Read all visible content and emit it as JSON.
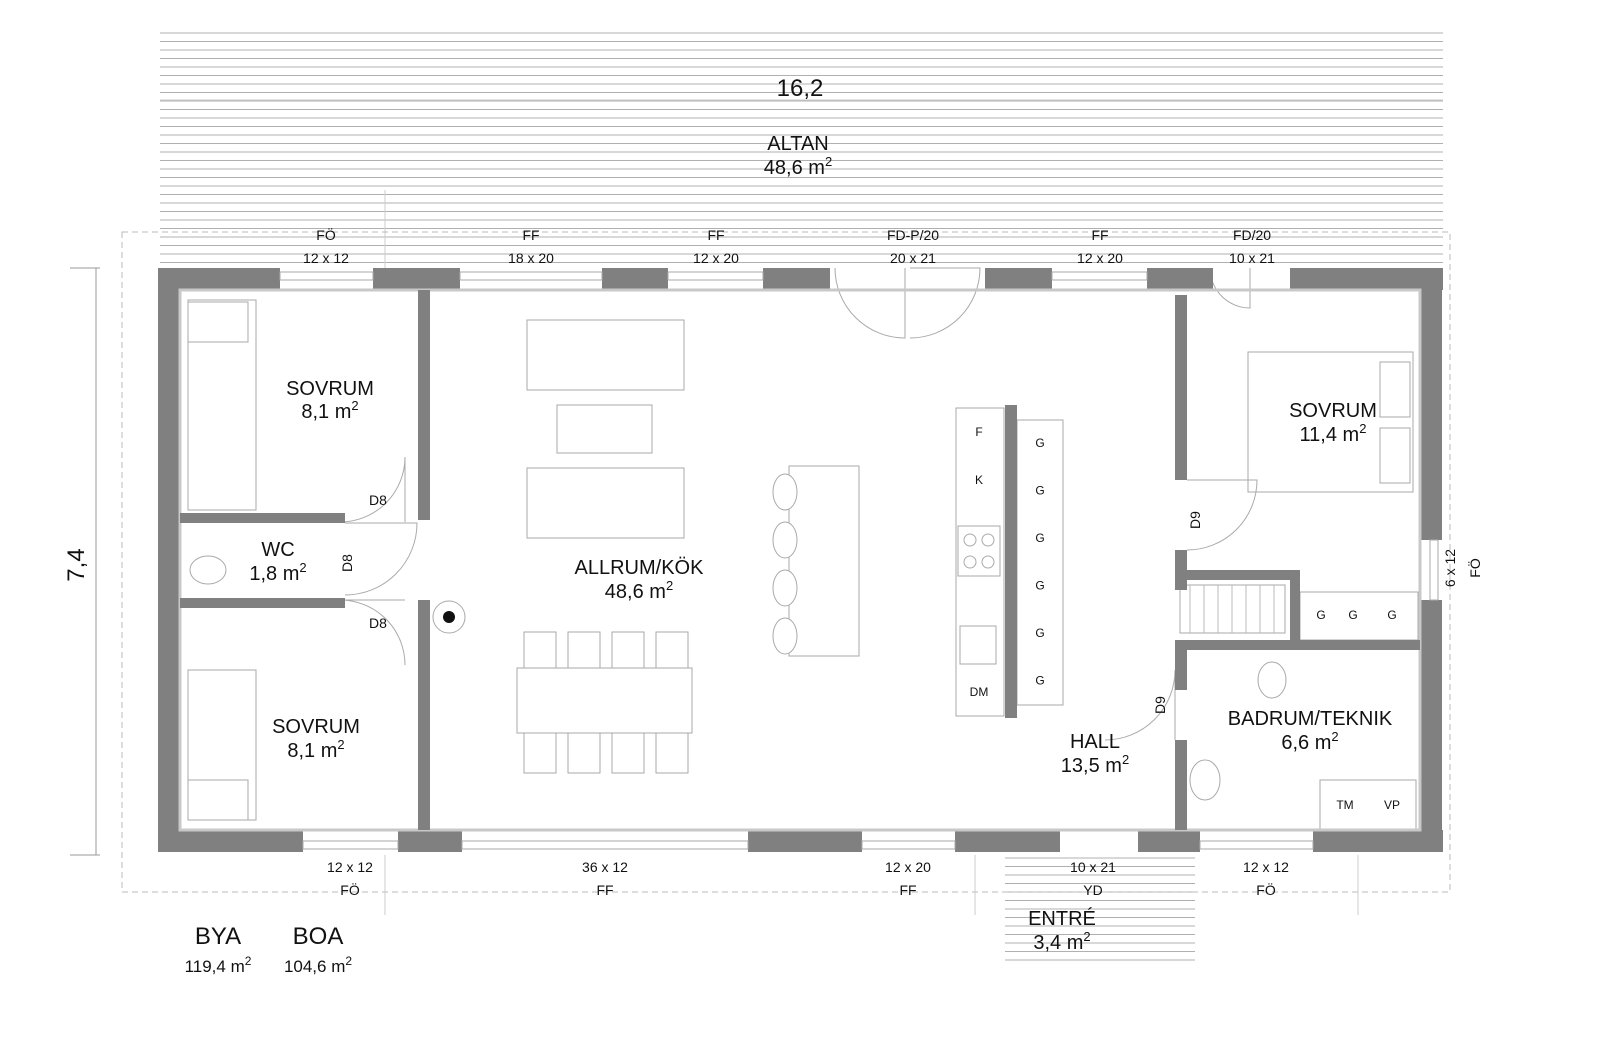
{
  "dimensions": {
    "width": "16,2",
    "depth": "7,4"
  },
  "rooms": [
    {
      "id": "altan",
      "name": "ALTAN",
      "area": "48,6 m",
      "sup": "2"
    },
    {
      "id": "sovrum-1",
      "name": "SOVRUM",
      "area": "8,1 m",
      "sup": "2"
    },
    {
      "id": "wc",
      "name": "WC",
      "area": "1,8 m",
      "sup": "2"
    },
    {
      "id": "sovrum-2",
      "name": "SOVRUM",
      "area": "8,1 m",
      "sup": "2"
    },
    {
      "id": "allrum-kok",
      "name": "ALLRUM/KÖK",
      "area": "48,6 m",
      "sup": "2"
    },
    {
      "id": "sovrum-3",
      "name": "SOVRUM",
      "area": "11,4 m",
      "sup": "2"
    },
    {
      "id": "hall",
      "name": "HALL",
      "area": "13,5 m",
      "sup": "2"
    },
    {
      "id": "badrum-teknik",
      "name": "BADRUM/TEKNIK",
      "area": "6,6 m",
      "sup": "2"
    },
    {
      "id": "entre",
      "name": "ENTRÉ",
      "area": "3,4 m",
      "sup": "2"
    }
  ],
  "top_openings": [
    {
      "type": "FÖ",
      "size": "12 x 12"
    },
    {
      "type": "FF",
      "size": "18 x 20"
    },
    {
      "type": "FF",
      "size": "12 x 20"
    },
    {
      "type": "FD-P/20",
      "size": "20 x 21"
    },
    {
      "type": "FF",
      "size": "12 x 20"
    },
    {
      "type": "FD/20",
      "size": "10 x 21"
    }
  ],
  "bottom_openings": [
    {
      "type": "FÖ",
      "size": "12 x 12"
    },
    {
      "type": "FF",
      "size": "36 x 12"
    },
    {
      "type": "FF",
      "size": "12 x 20"
    },
    {
      "type": "YD",
      "size": "10 x 21"
    },
    {
      "type": "FÖ",
      "size": "12 x 12"
    }
  ],
  "side_opening": {
    "type": "FÖ",
    "size": "6 x 12"
  },
  "doors": [
    "D8",
    "D8",
    "D8",
    "D9",
    "D9"
  ],
  "kitchen_units": [
    "F",
    "K",
    "DM"
  ],
  "cabinet_label": "G",
  "utility_units": [
    "TM",
    "VP"
  ],
  "totals": [
    {
      "label": "BYA",
      "value": "119,4 m",
      "sup": "2"
    },
    {
      "label": "BOA",
      "value": "104,6 m",
      "sup": "2"
    }
  ],
  "colors": {
    "wall": "#808080",
    "wall_inner": "#c8c8c8",
    "line": "#9a9a9a",
    "deck": "#b0b0b0"
  }
}
